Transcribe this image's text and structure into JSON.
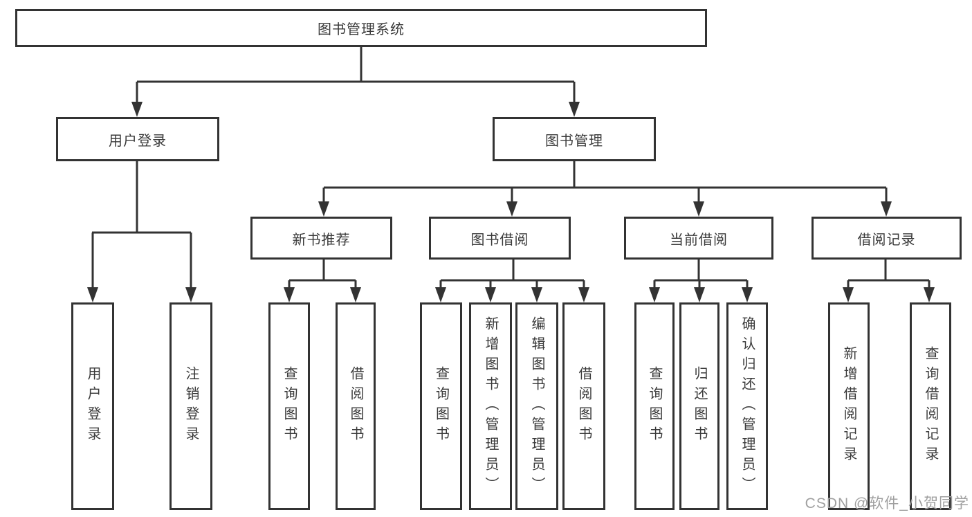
{
  "tree": {
    "root": {
      "label": "图书管理系统",
      "children": [
        {
          "label": "用户登录",
          "children": [
            {
              "label": "用户登录"
            },
            {
              "label": "注销登录"
            }
          ]
        },
        {
          "label": "图书管理",
          "children": [
            {
              "label": "新书推荐",
              "children": [
                {
                  "label": "查询图书"
                },
                {
                  "label": "借阅图书"
                }
              ]
            },
            {
              "label": "图书借阅",
              "children": [
                {
                  "label": "查询图书"
                },
                {
                  "label": "新增图书（管理员）"
                },
                {
                  "label": "编辑图书（管理员）"
                },
                {
                  "label": "借阅图书"
                }
              ]
            },
            {
              "label": "当前借阅",
              "children": [
                {
                  "label": "查询图书"
                },
                {
                  "label": "归还图书"
                },
                {
                  "label": "确认归还（管理员）"
                }
              ]
            },
            {
              "label": "借阅记录",
              "children": [
                {
                  "label": "新增借阅记录"
                },
                {
                  "label": "查询借阅记录"
                }
              ]
            }
          ]
        }
      ]
    }
  },
  "watermark": {
    "text": "CSDN @软件_小贺同学"
  },
  "colors": {
    "line": "#333333",
    "box_border": "#333333",
    "text": "#3a3a3a",
    "watermark": "#a0a0a0",
    "background": "#ffffff"
  }
}
